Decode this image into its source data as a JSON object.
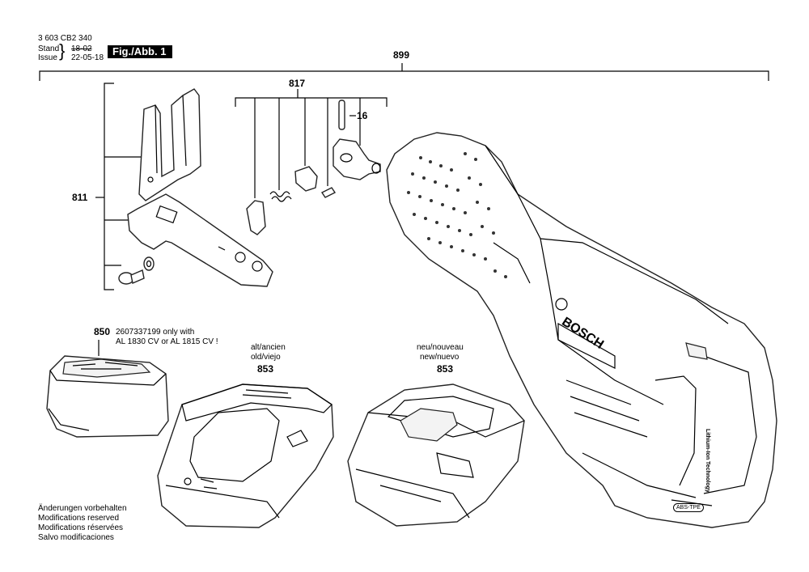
{
  "header": {
    "doc_number": "3 603 CB2 340",
    "stand_label": "Stand",
    "issue_label": "Issue",
    "old_date": "18-02",
    "new_date": "22-05-18",
    "figure_label": "Fig./Abb. 1"
  },
  "callouts": {
    "c899": "899",
    "c817": "817",
    "c16": "16",
    "c811": "811",
    "c850": "850",
    "c850_note_line1": "2607337199 only with",
    "c850_note_line2": "AL 1830 CV or AL 1815 CV !",
    "c853_old_line1": "alt/ancien",
    "c853_old_line2": "old/viejo",
    "c853_old": "853",
    "c853_new_line1": "neu/nouveau",
    "c853_new_line2": "new/nuevo",
    "c853_new": "853"
  },
  "tool_labels": {
    "brand": "BOSCH",
    "battery_tech": "Lithium-Ion Technology",
    "abs_type": "ABS-TPE"
  },
  "footer": {
    "line1": "Änderungen vorbehalten",
    "line2": "Modifications reserved",
    "line3": "Modifications réservées",
    "line4": "Salvo modificaciones"
  }
}
